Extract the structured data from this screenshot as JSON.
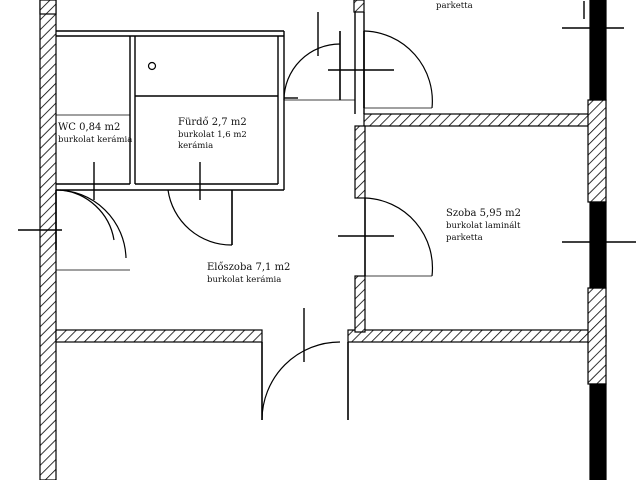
{
  "rooms": {
    "top_room": {
      "finish": "parketta"
    },
    "wc": {
      "name": "WC 0,84 m2",
      "finish": "burkolat kerámia"
    },
    "bathroom": {
      "name": "Fürdő 2,7 m2",
      "finish_1": "burkolat 1,6 m2",
      "finish_2": "kerámia"
    },
    "bedroom": {
      "name": "Szoba 5,95 m2",
      "finish_1": "burkolat laminált",
      "finish_2": "parketta"
    },
    "hall": {
      "name": "Előszoba 7,1 m2",
      "finish": "burkolat kerámia"
    }
  },
  "colors": {
    "wall_hatch": "#000000",
    "background": "#ffffff"
  }
}
